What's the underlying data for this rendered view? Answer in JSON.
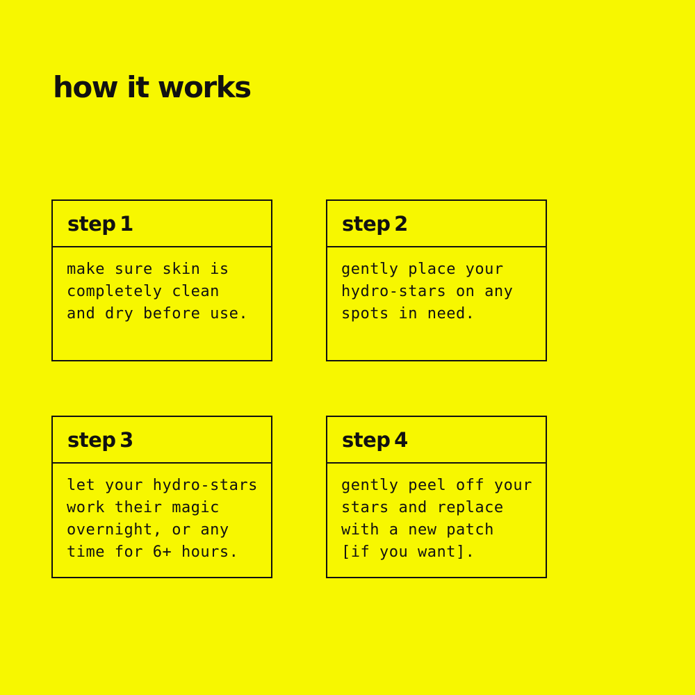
{
  "page": {
    "title": "how it works",
    "background_color": "#f7f700",
    "text_color": "#111111",
    "border_color": "#111111"
  },
  "steps": [
    {
      "label": "step 1",
      "body": "make sure skin is\ncompletely clean\nand dry before use."
    },
    {
      "label": "step 2",
      "body": "gently place your\nhydro-stars on any\nspots in need."
    },
    {
      "label": "step 3",
      "body": "let your hydro-stars\nwork their magic\novernight, or any\ntime for 6+ hours."
    },
    {
      "label": "step 4",
      "body": "gently peel off your\nstars and replace\nwith a new patch\n[if you want]."
    }
  ]
}
